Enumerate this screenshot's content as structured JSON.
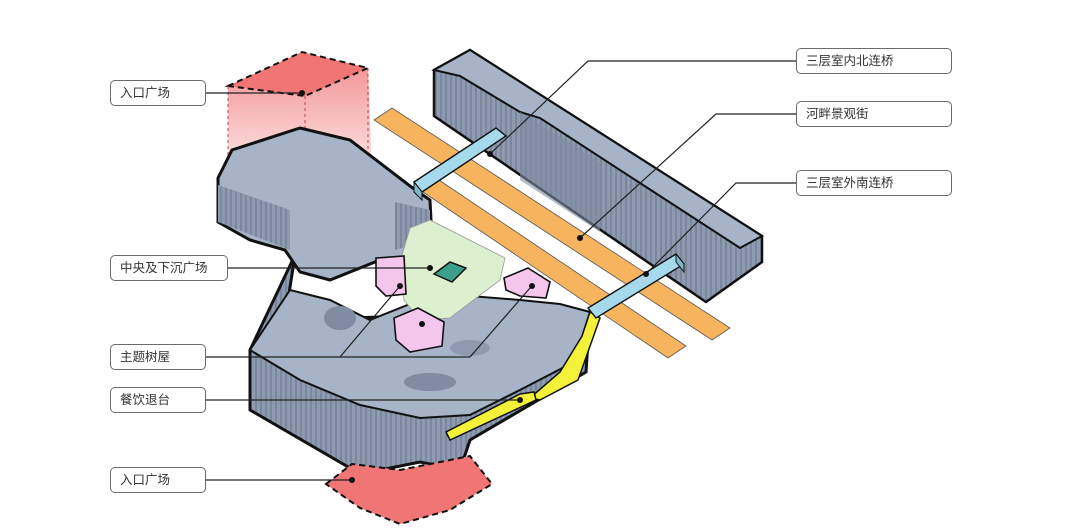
{
  "labels": {
    "left": {
      "entrance_plaza_top": "入口广场",
      "central_sunken_plaza": "中央及下沉广场",
      "theme_treehouse": "主题树屋",
      "dining_terrace": "餐饮退台",
      "entrance_plaza_bottom": "入口广场"
    },
    "right": {
      "north_bridge": "三层室内北连桥",
      "riverside_street": "河畔景观街",
      "south_bridge": "三层室外南连桥"
    }
  },
  "colors": {
    "building_fill": "#a7b3c6",
    "building_dark": "#7f8ca1",
    "outline": "#111111",
    "plaza_red": "#f07676",
    "street_orange": "#f7b45e",
    "bridge_blue": "#a6d9ec",
    "treehouse_pink": "#f5c6ec",
    "sunken_green": "#dcefcf",
    "terrace_yellow": "#f4f13a",
    "leader_line": "#222222"
  }
}
